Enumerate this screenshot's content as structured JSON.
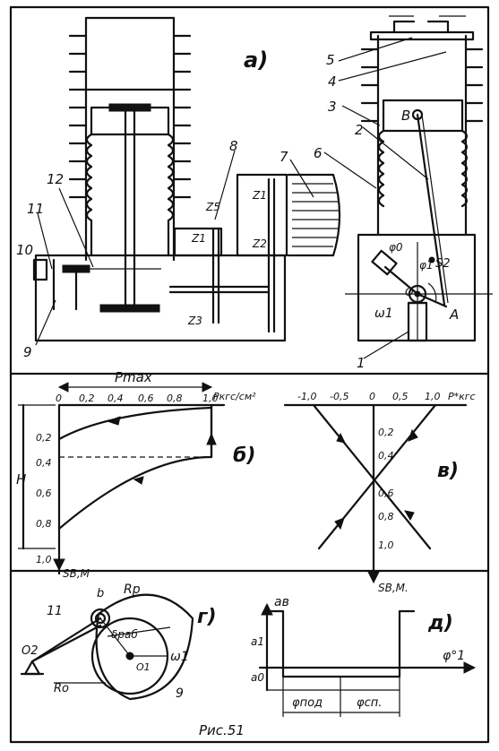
{
  "panels": {
    "a": "а)",
    "b": "б)",
    "v": "в)",
    "g": "г)",
    "d": "д)"
  },
  "numbers": [
    "1",
    "2",
    "3",
    "4",
    "5",
    "6",
    "7",
    "8",
    "9",
    "10",
    "11",
    "12"
  ],
  "gears": {
    "z5": "Z5",
    "z1": "Z1",
    "z3": "Z3",
    "Z1": "Z1",
    "Z2": "Z2"
  },
  "mech": {
    "B": "B",
    "A": "A",
    "O": "O",
    "S2": "S2",
    "phi0": "φ0",
    "phi1": "φ1",
    "omega1": "ω1"
  },
  "chart_b": {
    "pmax": "Pmax",
    "xunit": "Pкгс/см²",
    "xticks": [
      "0",
      "0,2",
      "0,4",
      "0,6",
      "0,8",
      "1,0"
    ],
    "yticks": [
      "0,2",
      "0,4",
      "0,6",
      "0,8",
      "1,0"
    ],
    "ylabel": "H",
    "yaxis": "SВ,М"
  },
  "chart_v": {
    "xticks": [
      "-1,0",
      "-0,5",
      "0",
      "0,5",
      "1,0"
    ],
    "xunit": "P*кгс",
    "yticks": [
      "0,2",
      "0,4",
      "0,6",
      "0,8",
      "1,0"
    ],
    "yaxis": "SВ,М."
  },
  "cam": {
    "Rp": "Rp",
    "b": "b",
    "delta": "δраб",
    "Ro": "Ro",
    "O2": "O2",
    "O1": "O1",
    "omega": "ω1",
    "n11": "11",
    "n9": "9"
  },
  "chart_d": {
    "ab": "aв",
    "a1": "a1",
    "a0": "a0",
    "phi": "φ°1",
    "phipod": "φпод",
    "phicp": "φсп."
  },
  "caption": "Рис.51"
}
